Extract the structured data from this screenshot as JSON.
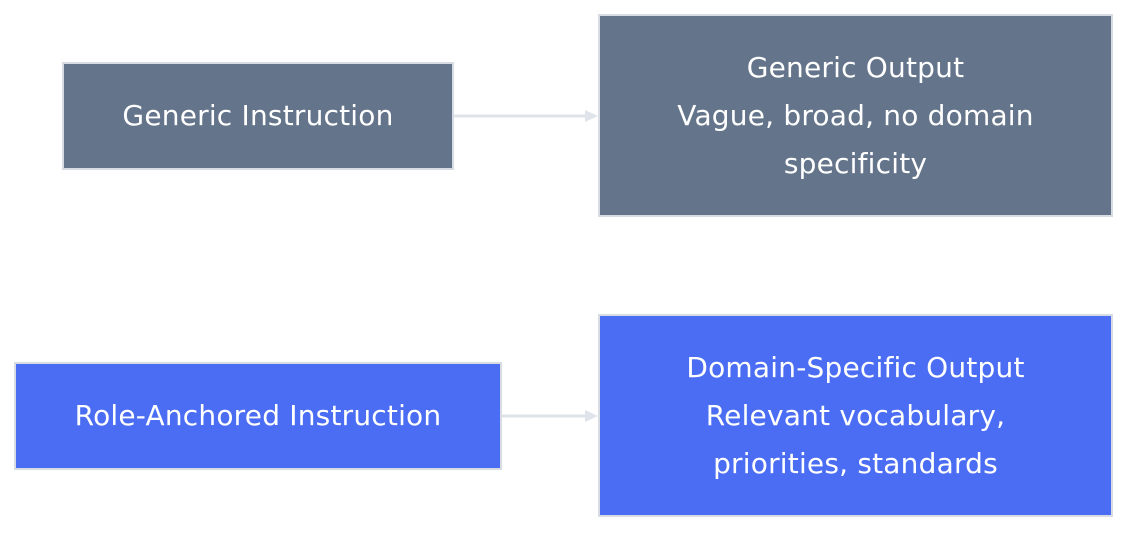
{
  "colors": {
    "generic_fill": "#64748b",
    "role_fill": "#4a6df4",
    "border": "#d7dbe3",
    "edge": "#dfe3ea",
    "text": "#ffffff"
  },
  "nodes": {
    "generic_instruction": {
      "lines": [
        "Generic Instruction"
      ]
    },
    "generic_output": {
      "lines": [
        "Generic Output",
        "Vague, broad, no domain",
        "specificity"
      ]
    },
    "role_instruction": {
      "lines": [
        "Role-Anchored Instruction"
      ]
    },
    "domain_output": {
      "lines": [
        "Domain-Specific Output",
        "Relevant vocabulary,",
        "priorities, standards"
      ]
    }
  },
  "edges": [
    {
      "from": "generic_instruction",
      "to": "generic_output"
    },
    {
      "from": "role_instruction",
      "to": "domain_output"
    }
  ]
}
